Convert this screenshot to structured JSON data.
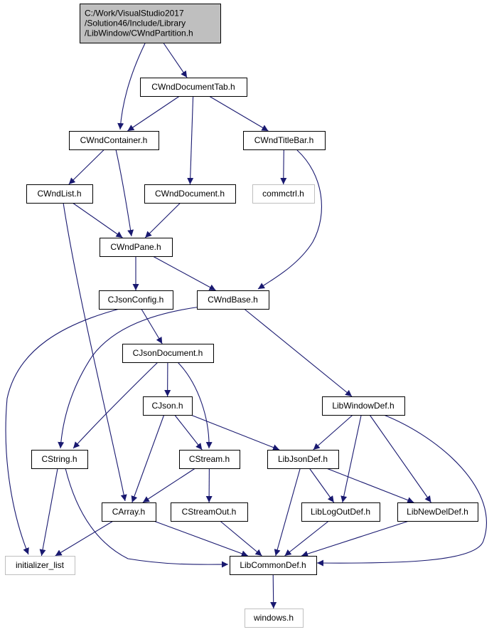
{
  "colors": {
    "edge": "#191970",
    "node_border": "#000000",
    "external_border": "#bfbfbf",
    "root_fill": "#bfbfbf",
    "node_fill": "#ffffff"
  },
  "nodes": [
    {
      "id": "root",
      "lines": [
        "C:/Work/VisualStudio2017",
        "/Solution46/Include/Library",
        "/LibWindow/CWndPartition.h"
      ],
      "kind": "root"
    },
    {
      "id": "doctab",
      "lines": [
        "CWndDocumentTab.h"
      ],
      "kind": "normal"
    },
    {
      "id": "container",
      "lines": [
        "CWndContainer.h"
      ],
      "kind": "normal"
    },
    {
      "id": "titlebar",
      "lines": [
        "CWndTitleBar.h"
      ],
      "kind": "normal"
    },
    {
      "id": "list",
      "lines": [
        "CWndList.h"
      ],
      "kind": "normal"
    },
    {
      "id": "document",
      "lines": [
        "CWndDocument.h"
      ],
      "kind": "normal"
    },
    {
      "id": "commctrl",
      "lines": [
        "commctrl.h"
      ],
      "kind": "external"
    },
    {
      "id": "pane",
      "lines": [
        "CWndPane.h"
      ],
      "kind": "normal"
    },
    {
      "id": "jsonconfig",
      "lines": [
        "CJsonConfig.h"
      ],
      "kind": "normal"
    },
    {
      "id": "base",
      "lines": [
        "CWndBase.h"
      ],
      "kind": "normal"
    },
    {
      "id": "jsondoc",
      "lines": [
        "CJsonDocument.h"
      ],
      "kind": "normal"
    },
    {
      "id": "json",
      "lines": [
        "CJson.h"
      ],
      "kind": "normal"
    },
    {
      "id": "windowdef",
      "lines": [
        "LibWindowDef.h"
      ],
      "kind": "normal"
    },
    {
      "id": "string",
      "lines": [
        "CString.h"
      ],
      "kind": "normal"
    },
    {
      "id": "stream",
      "lines": [
        "CStream.h"
      ],
      "kind": "normal"
    },
    {
      "id": "jsondef",
      "lines": [
        "LibJsonDef.h"
      ],
      "kind": "normal"
    },
    {
      "id": "array",
      "lines": [
        "CArray.h"
      ],
      "kind": "normal"
    },
    {
      "id": "streamout",
      "lines": [
        "CStreamOut.h"
      ],
      "kind": "normal"
    },
    {
      "id": "logoutdef",
      "lines": [
        "LibLogOutDef.h"
      ],
      "kind": "normal"
    },
    {
      "id": "newdeldef",
      "lines": [
        "LibNewDelDef.h"
      ],
      "kind": "normal"
    },
    {
      "id": "initlist",
      "lines": [
        "initializer_list"
      ],
      "kind": "external"
    },
    {
      "id": "commondef",
      "lines": [
        "LibCommonDef.h"
      ],
      "kind": "normal"
    },
    {
      "id": "windows",
      "lines": [
        "windows.h"
      ],
      "kind": "external"
    }
  ],
  "edges": [
    [
      "root",
      "doctab"
    ],
    [
      "root",
      "container"
    ],
    [
      "doctab",
      "container"
    ],
    [
      "doctab",
      "document"
    ],
    [
      "doctab",
      "titlebar"
    ],
    [
      "container",
      "list"
    ],
    [
      "container",
      "pane"
    ],
    [
      "titlebar",
      "commctrl"
    ],
    [
      "titlebar",
      "base"
    ],
    [
      "list",
      "pane"
    ],
    [
      "list",
      "array"
    ],
    [
      "document",
      "pane"
    ],
    [
      "pane",
      "jsonconfig"
    ],
    [
      "pane",
      "base"
    ],
    [
      "jsonconfig",
      "jsondoc"
    ],
    [
      "jsonconfig",
      "initlist"
    ],
    [
      "base",
      "string"
    ],
    [
      "base",
      "windowdef"
    ],
    [
      "jsondoc",
      "json"
    ],
    [
      "jsondoc",
      "string"
    ],
    [
      "jsondoc",
      "stream"
    ],
    [
      "json",
      "stream"
    ],
    [
      "json",
      "array"
    ],
    [
      "json",
      "jsondef"
    ],
    [
      "windowdef",
      "jsondef"
    ],
    [
      "windowdef",
      "logoutdef"
    ],
    [
      "windowdef",
      "newdeldef"
    ],
    [
      "windowdef",
      "commondef"
    ],
    [
      "string",
      "initlist"
    ],
    [
      "string",
      "commondef"
    ],
    [
      "stream",
      "array"
    ],
    [
      "stream",
      "streamout"
    ],
    [
      "jsondef",
      "logoutdef"
    ],
    [
      "jsondef",
      "newdeldef"
    ],
    [
      "jsondef",
      "commondef"
    ],
    [
      "array",
      "initlist"
    ],
    [
      "array",
      "commondef"
    ],
    [
      "streamout",
      "commondef"
    ],
    [
      "logoutdef",
      "commondef"
    ],
    [
      "newdeldef",
      "commondef"
    ],
    [
      "commondef",
      "windows"
    ]
  ]
}
